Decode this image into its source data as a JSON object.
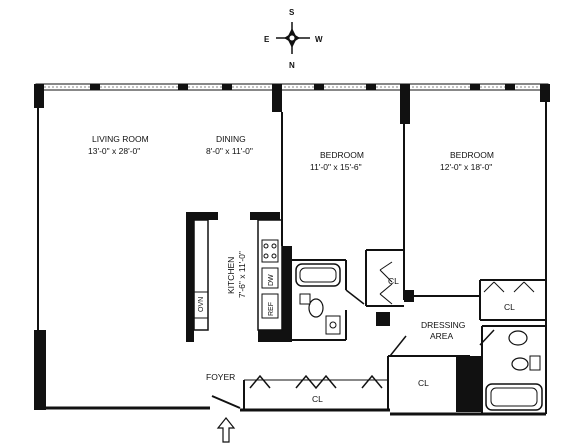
{
  "compass": {
    "north": "N",
    "south": "S",
    "east": "E",
    "west": "W"
  },
  "rooms": {
    "living_room": {
      "name": "LIVING ROOM",
      "size": "13'-0\" x 28'-0\""
    },
    "dining": {
      "name": "DINING",
      "size": "8'-0\" x 11'-0\""
    },
    "bedroom_1": {
      "name": "BEDROOM",
      "size": "11'-0\" x 15'-6\""
    },
    "bedroom_2": {
      "name": "BEDROOM",
      "size": "12'-0\" x 18'-0\""
    },
    "kitchen": {
      "name": "KITCHEN",
      "size": "7'-6\" x 11'-0\""
    },
    "dressing_area": {
      "line1": "DRESSING",
      "line2": "AREA"
    },
    "foyer": {
      "name": "FOYER"
    }
  },
  "fixtures": {
    "oven": "OVN",
    "refrigerator": "REF",
    "dishwasher": "DW"
  },
  "closets": {
    "label": "CL"
  },
  "colors": {
    "wall": "#111111",
    "background": "#ffffff"
  }
}
